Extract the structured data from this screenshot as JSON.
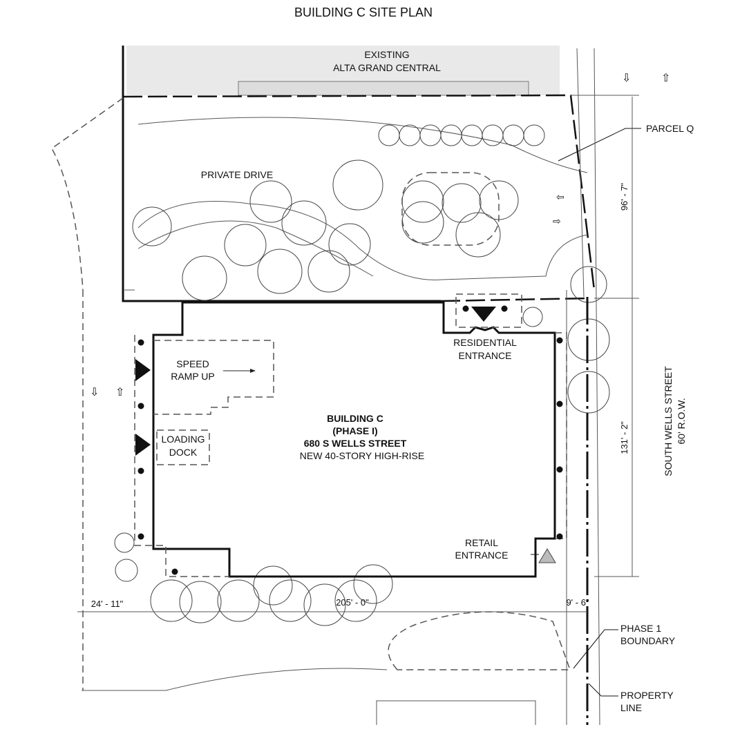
{
  "title": "BUILDING C SITE PLAN",
  "existing": {
    "line1": "EXISTING",
    "line2": "ALTA GRAND CENTRAL"
  },
  "parcel": "PARCEL Q",
  "private_drive": "PRIVATE  DRIVE",
  "dim_north": "96' - 7\"",
  "dim_east": "131' - 2\"",
  "dim_west": "24' - 11\"",
  "dim_south": "205' - 0\"",
  "dim_sidewalk": "9' - 6\"",
  "speed_ramp": {
    "line1": "SPEED",
    "line2": "RAMP UP"
  },
  "loading_dock": {
    "line1": "LOADING",
    "line2": "DOCK"
  },
  "residential_entrance": {
    "line1": "RESIDENTIAL",
    "line2": "ENTRANCE"
  },
  "retail_entrance": {
    "line1": "RETAIL",
    "line2": "ENTRANCE"
  },
  "building": {
    "line1": "BUILDING C",
    "line2": "(PHASE I)",
    "line3": "680 S WELLS STREET",
    "line4": "NEW 40-STORY HIGH-RISE"
  },
  "street": {
    "line1": "SOUTH WELLS STREET",
    "line2": "60' R.O.W."
  },
  "phase_boundary": {
    "line1": "PHASE 1",
    "line2": "BOUNDARY"
  },
  "property_line": {
    "line1": "PROPERTY",
    "line2": "LINE"
  }
}
